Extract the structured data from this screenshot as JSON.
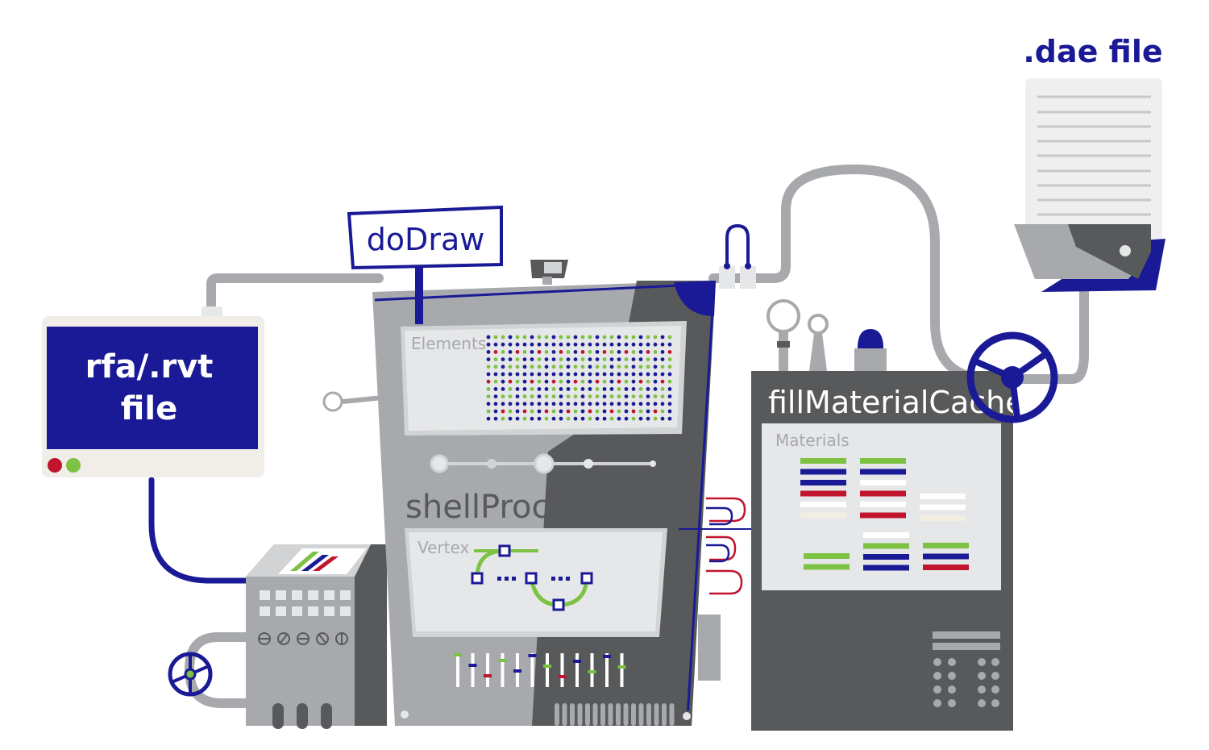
{
  "source": {
    "title": "rfa/.rvt\nfile",
    "line1": "rfa/.rvt",
    "line2": "file"
  },
  "output": {
    "title": ".dae file"
  },
  "dodraw": {
    "label": "doDraw"
  },
  "shellproc": {
    "title": "shellProc",
    "elements_label": "Elements",
    "vertex_label": "Vertex"
  },
  "material_cache": {
    "title": "fillMaterialCache",
    "materials_label": "Materials"
  },
  "colors": {
    "navy": "#1a1a96",
    "green": "#7dc242",
    "red": "#c0152d",
    "dark_gray": "#58595b",
    "mid_gray": "#a7a9ac",
    "light_gray": "#d1d3d4",
    "panel": "#e6e7e8"
  }
}
